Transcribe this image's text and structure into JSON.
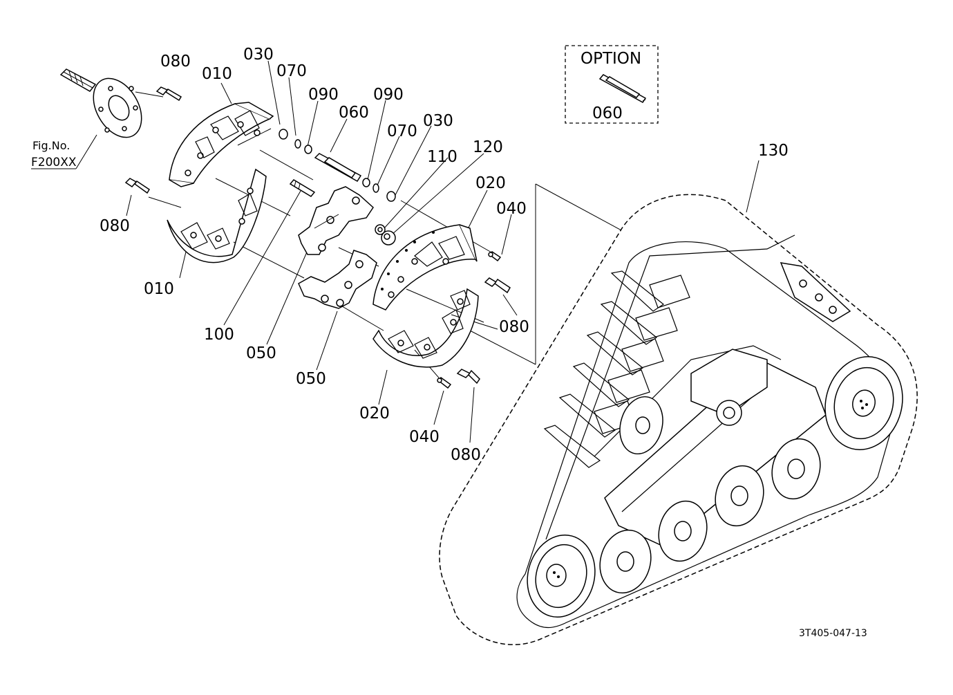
{
  "diagram": {
    "option_title": "OPTION",
    "option_part": "060",
    "fig_ref_line1": "Fig.No.",
    "fig_ref_line2": "F200XX",
    "drawing_number": "3T405-047-13",
    "callouts": {
      "c080_top": "080",
      "c010_top": "010",
      "c030_top": "030",
      "c070_top": "070",
      "c090_left": "090",
      "c060": "060",
      "c090_right": "090",
      "c070_right": "070",
      "c030_right": "030",
      "c110": "110",
      "c120": "120",
      "c020_top": "020",
      "c040_top": "040",
      "c080_left": "080",
      "c010_bottom": "010",
      "c100": "100",
      "c050_a": "050",
      "c050_b": "050",
      "c080_mid": "080",
      "c020_bottom": "020",
      "c040_bottom": "040",
      "c080_bottom": "080",
      "c130": "130"
    }
  }
}
